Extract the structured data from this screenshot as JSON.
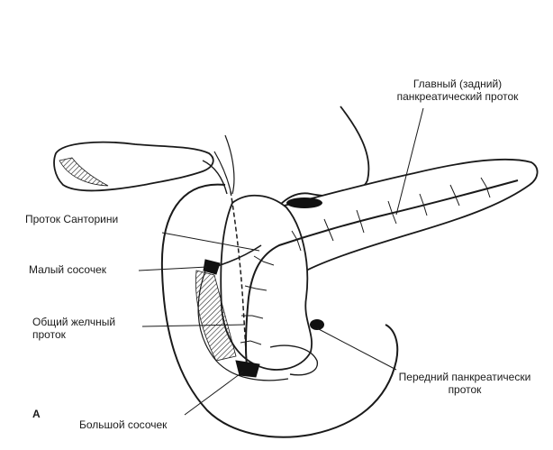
{
  "figure_letter": "А",
  "labels": {
    "main_duct_line1": "Главный (задний)",
    "main_duct_line2": "панкреатический проток",
    "santorini_duct": "Проток Санторини",
    "minor_papilla": "Малый сосочек",
    "common_bile_duct_line1": "Общий желчный",
    "common_bile_duct_line2": "проток",
    "anterior_duct_line1": "Передний панкреатически",
    "anterior_duct_line2": "проток",
    "major_papilla": "Большой сосочек"
  }
}
